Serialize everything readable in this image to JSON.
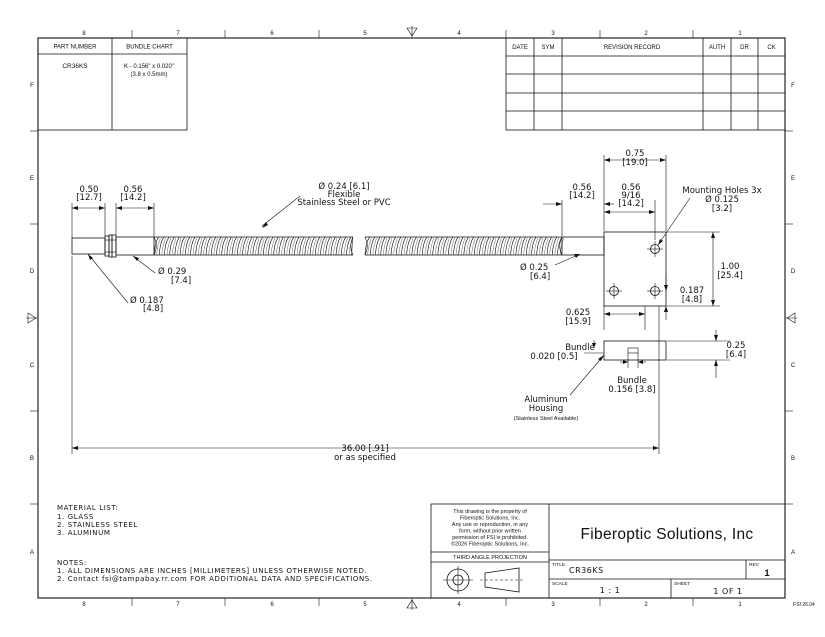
{
  "border": {
    "columns_top": [
      "8",
      "7",
      "6",
      "5",
      "4",
      "3",
      "2",
      "1"
    ],
    "columns_bottom": [
      "8",
      "7",
      "6",
      "5",
      "4",
      "3",
      "2",
      "1"
    ],
    "rows": [
      "F",
      "E",
      "D",
      "C",
      "B",
      "A"
    ],
    "form_code": "FSI 26.04"
  },
  "part_table": {
    "part_number_header": "PART NUMBER",
    "bundle_chart_header": "BUNDLE CHART",
    "part_number": "CR36KS",
    "bundle_line1": "K - 0.156\" x 0.020\"",
    "bundle_line2": "(3.8 x 0.5mm)"
  },
  "revision_table": {
    "headers": [
      "DATE",
      "SYM",
      "REVISION RECORD",
      "AUTH",
      "DR",
      "CK"
    ]
  },
  "dimensions": {
    "d050": "0.50",
    "d050mm": "[12.7]",
    "d056a": "0.56",
    "d056amm": "[14.2]",
    "d024": "Ø 0.24 [6.1]",
    "flex1": "Flexible",
    "flex2": "Stainless Steel or PVC",
    "d029": "Ø 0.29",
    "d029mm": "[7.4]",
    "d0187": "Ø 0.187",
    "d0187mm": "[4.8]",
    "d025": "Ø 0.25",
    "d025mm": "[6.4]",
    "d056b": "0.56",
    "d056bmm": "[14.2]",
    "d075": "0.75",
    "d075mm": "[19.0]",
    "d056c": "0.56",
    "d916": "9/16",
    "d056cmm": "[14.2]",
    "mount1": "Mounting Holes 3x",
    "mount2": "Ø 0.125",
    "mount3": "[3.2]",
    "d100": "1.00",
    "d100mm": "[25.4]",
    "d0187b": "0.187",
    "d0187bmm": "[4.8]",
    "d0625": "0.625",
    "d0625mm": "[15.9]",
    "bundle1": "Bundle",
    "bundle1val": "0.020 [0.5]",
    "bundle2": "Bundle",
    "bundle2val": "0.156 [3.8]",
    "d025b": "0.25",
    "d025bmm": "[6.4]",
    "housing1": "Aluminum",
    "housing2": "Housing",
    "housing3": "(Stainless Steel Available)",
    "length1": "36.00 [.91]",
    "length2": "or as specified"
  },
  "material_list": {
    "title": "MATERIAL LIST:",
    "items": [
      "1.   GLASS",
      "2.   STAINLESS STEEL",
      "3.   ALUMINUM"
    ]
  },
  "notes": {
    "title": "NOTES:",
    "items": [
      "1.   ALL DIMENSIONS ARE INCHES [MILLIMETERS] UNLESS OTHERWISE NOTED.",
      "2.   Contact fsi@tampabay.rr.com FOR ADDITIONAL DATA AND SPECIFICATIONS."
    ]
  },
  "title_block": {
    "property_lines": [
      "This drawing is the property of",
      "Fiberoptic Solutions, Inc.",
      "Any use or reproduction, in any",
      "form, without prior written",
      "permission of FSI is prohibited.",
      "©2026 Fiberoptic Solutions, Inc."
    ],
    "projection": "THIRD ANGLE PROJECTION",
    "company": "Fiberoptic Solutions, Inc",
    "title_label": "TITLE",
    "title_value": "CR36KS",
    "rev_label": "REV",
    "rev_value": "1",
    "scale_label": "SCALE",
    "scale_value": "1 : 1",
    "sheet_label": "SHEET",
    "sheet_value": "1   OF 1"
  }
}
